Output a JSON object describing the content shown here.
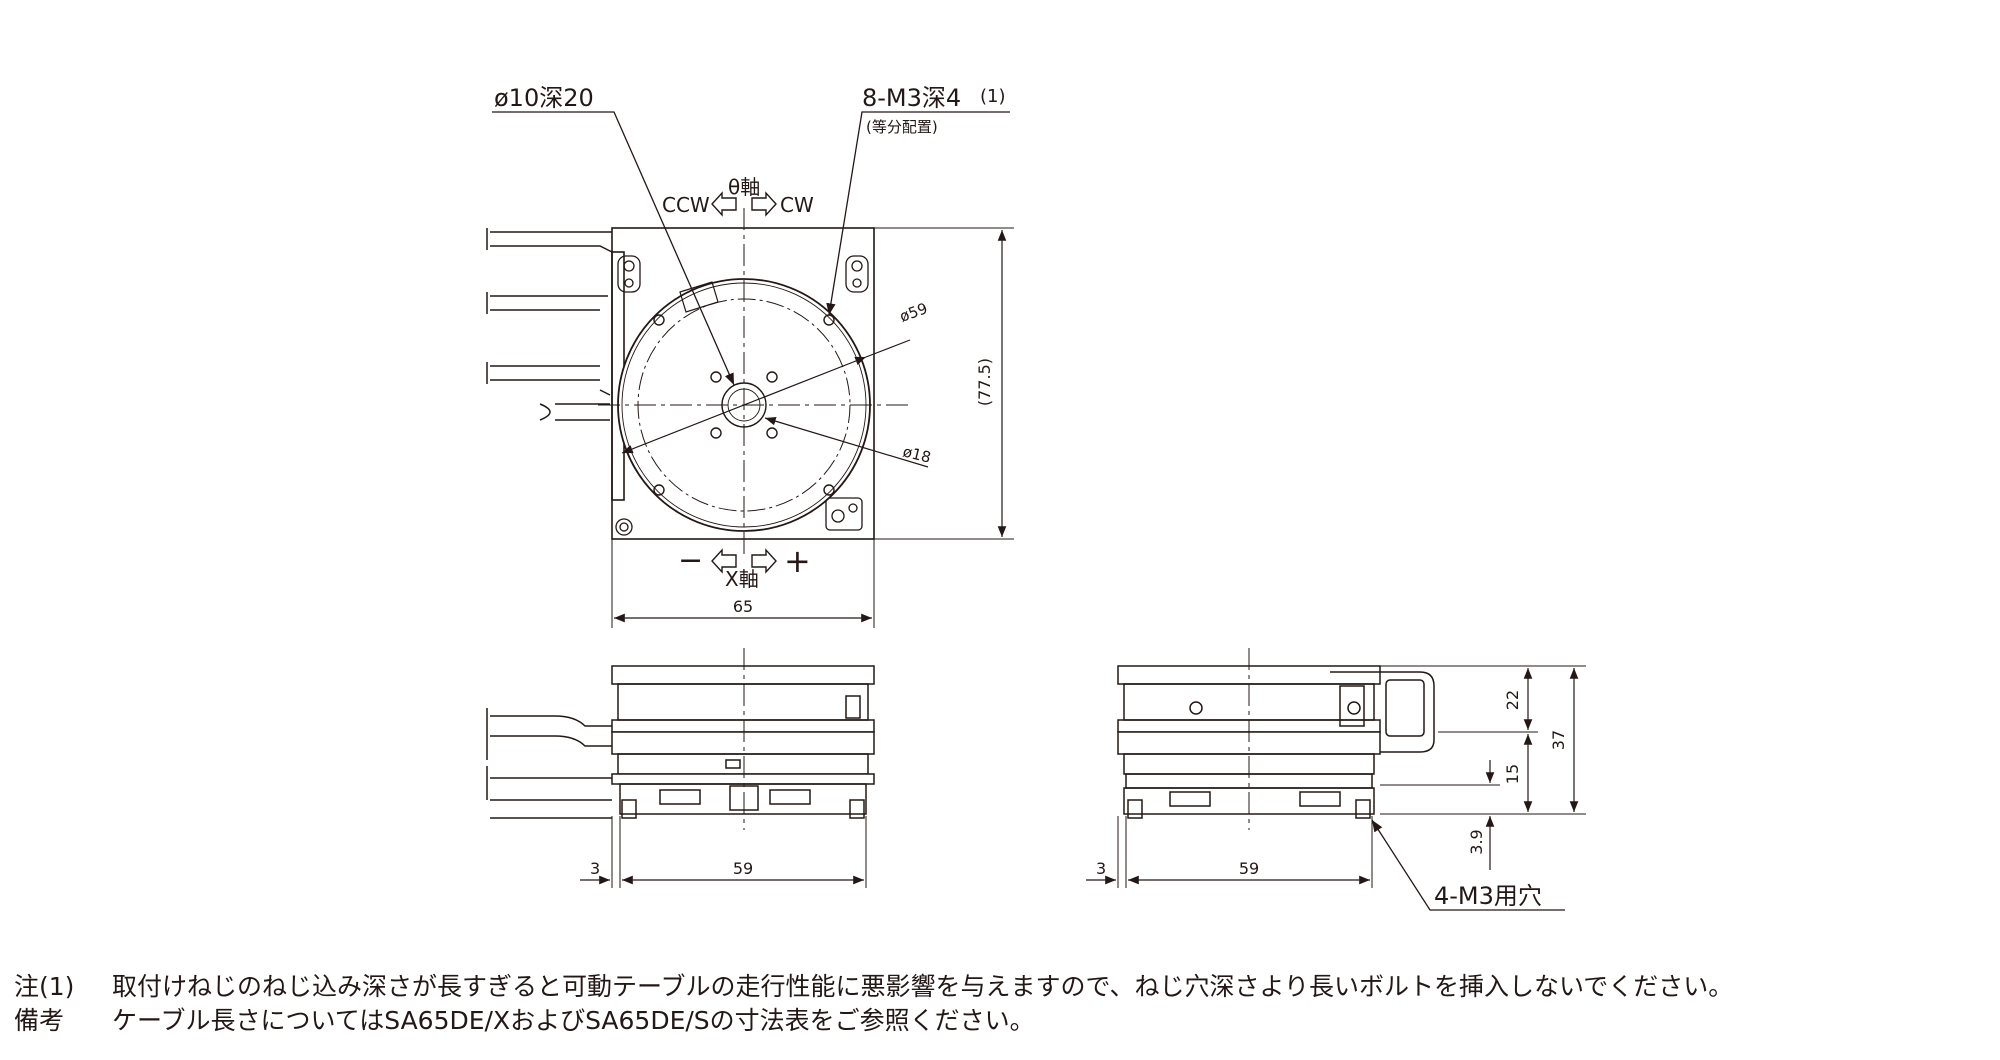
{
  "top_view": {
    "label_bore": "ø10深20",
    "label_tap": "8-M3深4",
    "label_tap_note": "(1)",
    "label_tap_sub": "(等分配置)",
    "theta_axis": "θ軸",
    "ccw": "CCW",
    "cw": "CW",
    "dia_59": "ø59",
    "dia_18": "ø18",
    "dim_height": "(77.5)",
    "dim_width": "65",
    "x_minus": "−",
    "x_plus": "+",
    "x_axis": "X軸"
  },
  "front_view": {
    "dim_offset": "3",
    "dim_base": "59"
  },
  "side_view": {
    "dim_offset": "3",
    "dim_base": "59",
    "dim_22": "22",
    "dim_37": "37",
    "dim_15": "15",
    "dim_3_9": "3.9",
    "label_holes": "4-M3用穴"
  },
  "notes": [
    {
      "label": "注(1)",
      "text": "取付けねじのねじ込み深さが長すぎると可動テーブルの走行性能に悪影響を与えますので、ねじ穴深さより長いボルトを挿入しないでください。"
    },
    {
      "label": "備考",
      "text": "ケーブル長さについてはSA65DE/XおよびSA65DE/Sの寸法表をご参照ください。"
    }
  ]
}
